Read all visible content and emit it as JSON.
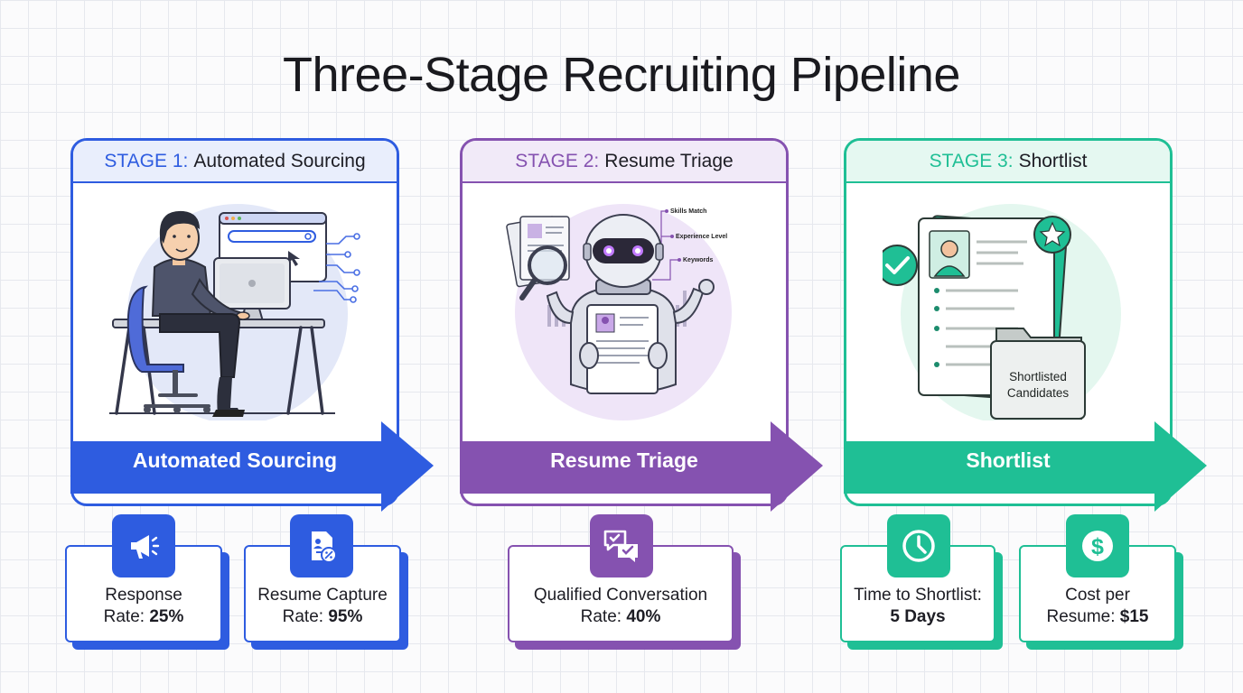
{
  "title": "Three-Stage Recruiting Pipeline",
  "colors": {
    "blue": "#2e5ce0",
    "purple": "#8552b0",
    "green": "#1fbf95"
  },
  "stages": [
    {
      "prefix": "STAGE 1:",
      "name": "Automated Sourcing",
      "arrow_label": "Automated Sourcing",
      "icon": "recruiter-at-computer-illustration"
    },
    {
      "prefix": "STAGE 2:",
      "name": "Resume Triage",
      "arrow_label": "Resume Triage",
      "icon": "ai-robot-reviewing-resume-illustration",
      "callouts": [
        "Skills Match",
        "Experience Level",
        "Keywords"
      ]
    },
    {
      "prefix": "STAGE 3:",
      "name": "Shortlist",
      "arrow_label": "Shortlist",
      "icon": "shortlisted-resume-folder-illustration",
      "folder_label_line1": "Shortlisted",
      "folder_label_line2": "Candidates"
    }
  ],
  "metrics": [
    {
      "line1": "Response",
      "line2_prefix": "Rate:",
      "value": "25%",
      "icon": "megaphone-icon"
    },
    {
      "line1": "Resume Capture",
      "line2_prefix": "Rate:",
      "value": "95%",
      "icon": "document-percent-icon"
    },
    {
      "line1": "Qualified Conversation",
      "line2_prefix": "Rate:",
      "value": "40%",
      "icon": "chat-check-icon"
    },
    {
      "line1": "Time to Shortlist:",
      "line2_prefix": "",
      "value": "5 Days",
      "icon": "clock-icon"
    },
    {
      "line1": "Cost per",
      "line2_prefix": "Resume:",
      "value": "$15",
      "icon": "dollar-icon"
    }
  ]
}
